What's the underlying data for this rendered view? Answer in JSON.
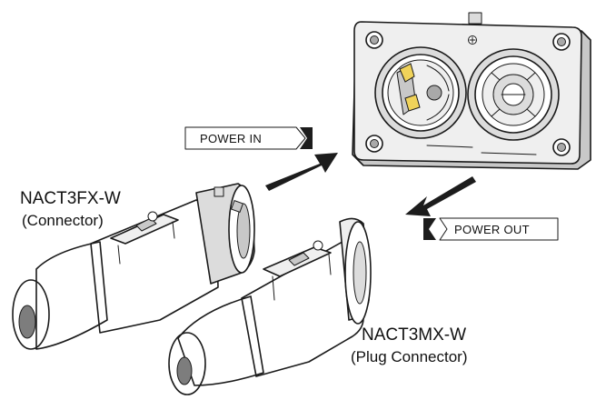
{
  "labels": {
    "power_in": "POWER IN",
    "power_out": "POWER OUT",
    "connector_model": "NACT3FX-W",
    "connector_desc": "(Connector)",
    "plug_model": "NACT3MX-W",
    "plug_desc": "(Plug Connector)"
  },
  "colors": {
    "ink": "#1a1a1a",
    "arrow": "#1c1c1c",
    "accent_yellow": "#f0d35a"
  },
  "icons": {
    "arrow_in": "arrow-up-right-icon",
    "arrow_out": "arrow-down-left-icon"
  }
}
